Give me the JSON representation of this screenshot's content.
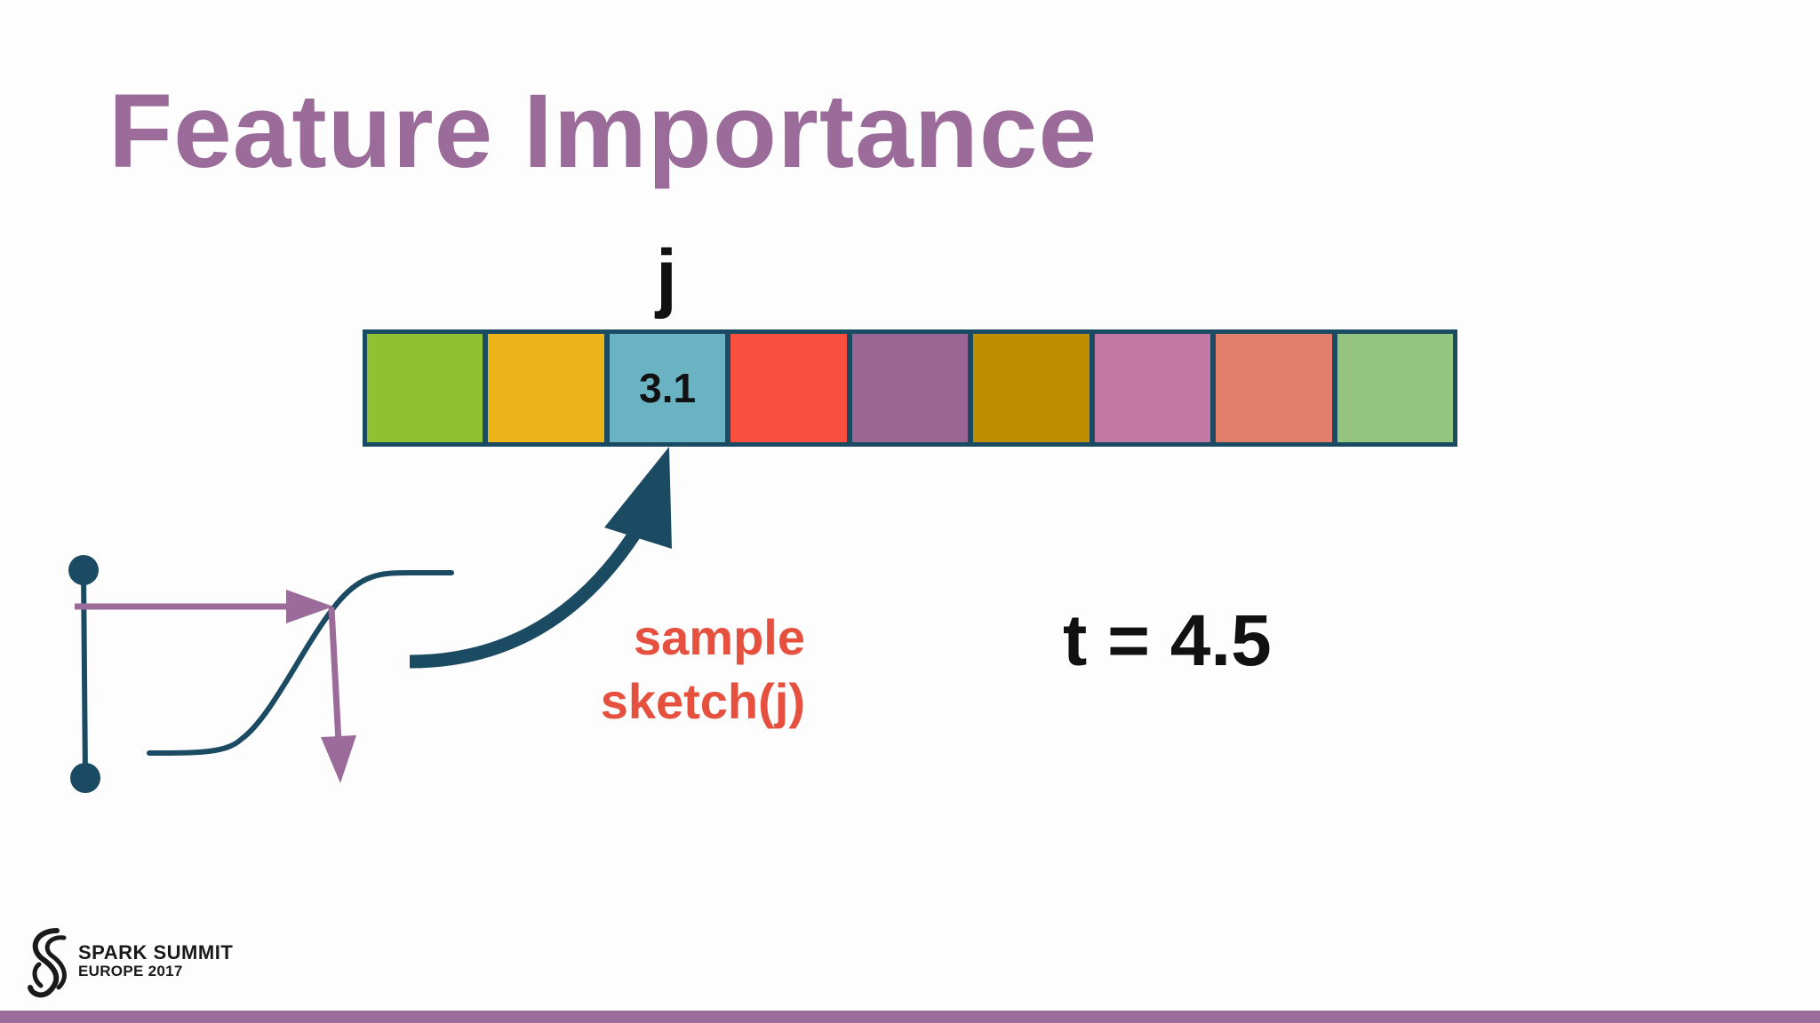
{
  "slide": {
    "title": "Feature Importance",
    "index_label": "j",
    "cells": [
      {
        "color": "#8fc233",
        "value": ""
      },
      {
        "color": "#ecb418",
        "value": ""
      },
      {
        "color": "#6ab3c3",
        "value": "3.1"
      },
      {
        "color": "#f94f40",
        "value": ""
      },
      {
        "color": "#9a6794",
        "value": ""
      },
      {
        "color": "#be9001",
        "value": ""
      },
      {
        "color": "#c27aa4",
        "value": ""
      },
      {
        "color": "#e17e6c",
        "value": ""
      },
      {
        "color": "#95c481",
        "value": ""
      }
    ],
    "sample_line1": "sample",
    "sample_line2": "sketch(j)",
    "threshold": "t = 4.5"
  },
  "logo": {
    "line1": "SPARK SUMMIT",
    "line2": "EUROPE 2017"
  },
  "colors": {
    "title": "#9b6b9a",
    "accent_red": "#e5503f",
    "navy": "#1b4a63",
    "purple": "#9b6b9a"
  },
  "icons": {
    "logo": "spark-summit-logo-icon",
    "curved_arrow": "curved-arrow-icon",
    "cdf_plot": "cdf-sampling-plot-icon"
  }
}
